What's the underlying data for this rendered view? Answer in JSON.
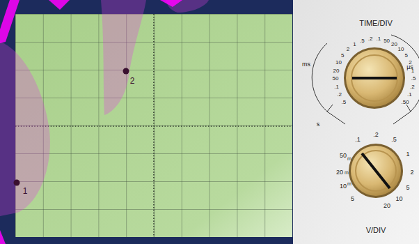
{
  "diagram": {
    "labels": [
      "1",
      "2",
      "TIME/DIV",
      "ms",
      "µs",
      "s",
      ".5",
      ".2",
      ".1",
      "50",
      "20",
      "10",
      "5",
      "2",
      "1",
      ".5",
      ".2",
      ".1",
      "50",
      "20",
      "10",
      "5",
      "2",
      "1",
      ".5",
      ".2",
      ".1",
      ".50",
      "V/DIV",
      "5",
      "10",
      "20",
      "50",
      ".1",
      ".2",
      ".5",
      "1",
      "2",
      "5",
      "10",
      "20",
      "m",
      "m",
      "m"
    ]
  }
}
